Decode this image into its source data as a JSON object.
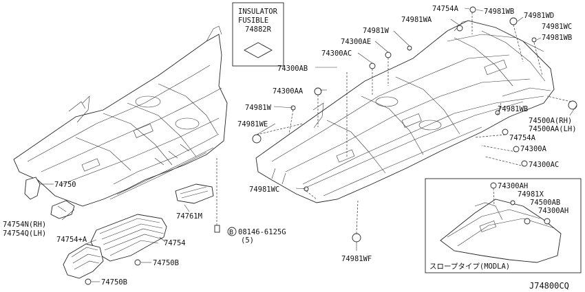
{
  "insulator": {
    "line1": "INSULATOR",
    "line2": "FUSIBLE",
    "part": "74882R"
  },
  "callouts": [
    {
      "id": "c74750",
      "text": "74750"
    },
    {
      "id": "c74754N",
      "text": "74754N(RH)"
    },
    {
      "id": "c74754Q",
      "text": "74754Q(LH)"
    },
    {
      "id": "c74754pA",
      "text": "74754+A"
    },
    {
      "id": "c74754",
      "text": "74754"
    },
    {
      "id": "c74750B1",
      "text": "74750B"
    },
    {
      "id": "c74750B2",
      "text": "74750B"
    },
    {
      "id": "c74761M",
      "text": "74761M"
    },
    {
      "id": "cbolt",
      "text": "08146-6125G"
    },
    {
      "id": "cbolt_q",
      "text": "(5)"
    },
    {
      "id": "c74300AB",
      "text": "74300AB"
    },
    {
      "id": "c74300AA",
      "text": "74300AA"
    },
    {
      "id": "c74981W_l",
      "text": "74981W"
    },
    {
      "id": "c74981WE",
      "text": "74981WE"
    },
    {
      "id": "c74981WC_l",
      "text": "74981WC"
    },
    {
      "id": "c74981WF",
      "text": "74981WF"
    },
    {
      "id": "c74300AC_t",
      "text": "74300AC"
    },
    {
      "id": "c74300AE",
      "text": "74300AE"
    },
    {
      "id": "c74981W_t",
      "text": "74981W"
    },
    {
      "id": "c74981WA",
      "text": "74981WA"
    },
    {
      "id": "c74754A_t",
      "text": "74754A"
    },
    {
      "id": "c74981WB_t",
      "text": "74981WB"
    },
    {
      "id": "c74981WD",
      "text": "74981WD"
    },
    {
      "id": "c74981WC_r",
      "text": "74981WC"
    },
    {
      "id": "c74981WB_r",
      "text": "74981WB"
    },
    {
      "id": "c74981WB_m",
      "text": "74981WB"
    },
    {
      "id": "c74500A",
      "text": "74500A(RH)"
    },
    {
      "id": "c74500AA",
      "text": "74500AA(LH)"
    },
    {
      "id": "c74754A_m",
      "text": "74754A"
    },
    {
      "id": "c74300A",
      "text": "74300A"
    },
    {
      "id": "c74300AC_r",
      "text": "74300AC"
    },
    {
      "id": "c74300AH_1",
      "text": "74300AH"
    },
    {
      "id": "c74981X",
      "text": "74981X"
    },
    {
      "id": "c74500AB",
      "text": "74500AB"
    },
    {
      "id": "c74300AH_2",
      "text": "74300AH"
    }
  ],
  "bolt_marker": "B",
  "inset_caption": "スロープタイプ(MODLA)",
  "diagram_code": "J74800CQ"
}
